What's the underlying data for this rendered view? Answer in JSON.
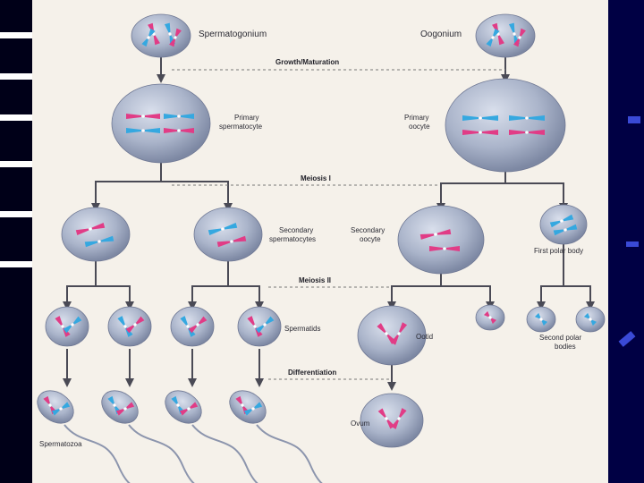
{
  "diagram": {
    "labels": {
      "spermatogonium": "Spermatogonium",
      "oogonium": "Oogonium",
      "growth": "Growth/Maturation",
      "primary_spermatocyte_1": "Primary",
      "primary_spermatocyte_2": "spermatocyte",
      "primary_oocyte_1": "Primary",
      "primary_oocyte_2": "oocyte",
      "meiosis_1": "Meiosis I",
      "secondary_spermatocytes_1": "Secondary",
      "secondary_spermatocytes_2": "spermatocytes",
      "secondary_oocyte_1": "Secondary",
      "secondary_oocyte_2": "oocyte",
      "first_polar_body": "First polar body",
      "meiosis_2": "Meiosis II",
      "spermatids": "Spermatids",
      "ootid": "Ootid",
      "second_polar_bodies_1": "Second polar",
      "second_polar_bodies_2": "bodies",
      "differentiation": "Differentiation",
      "ovum": "Ovum",
      "spermatozoa": "Spermatozoa"
    },
    "colors": {
      "cell_fill": "#a9b3c9",
      "chromosome_pink": "#e13c86",
      "chromosome_blue": "#35a8e0",
      "line": "#4a4a55"
    }
  }
}
